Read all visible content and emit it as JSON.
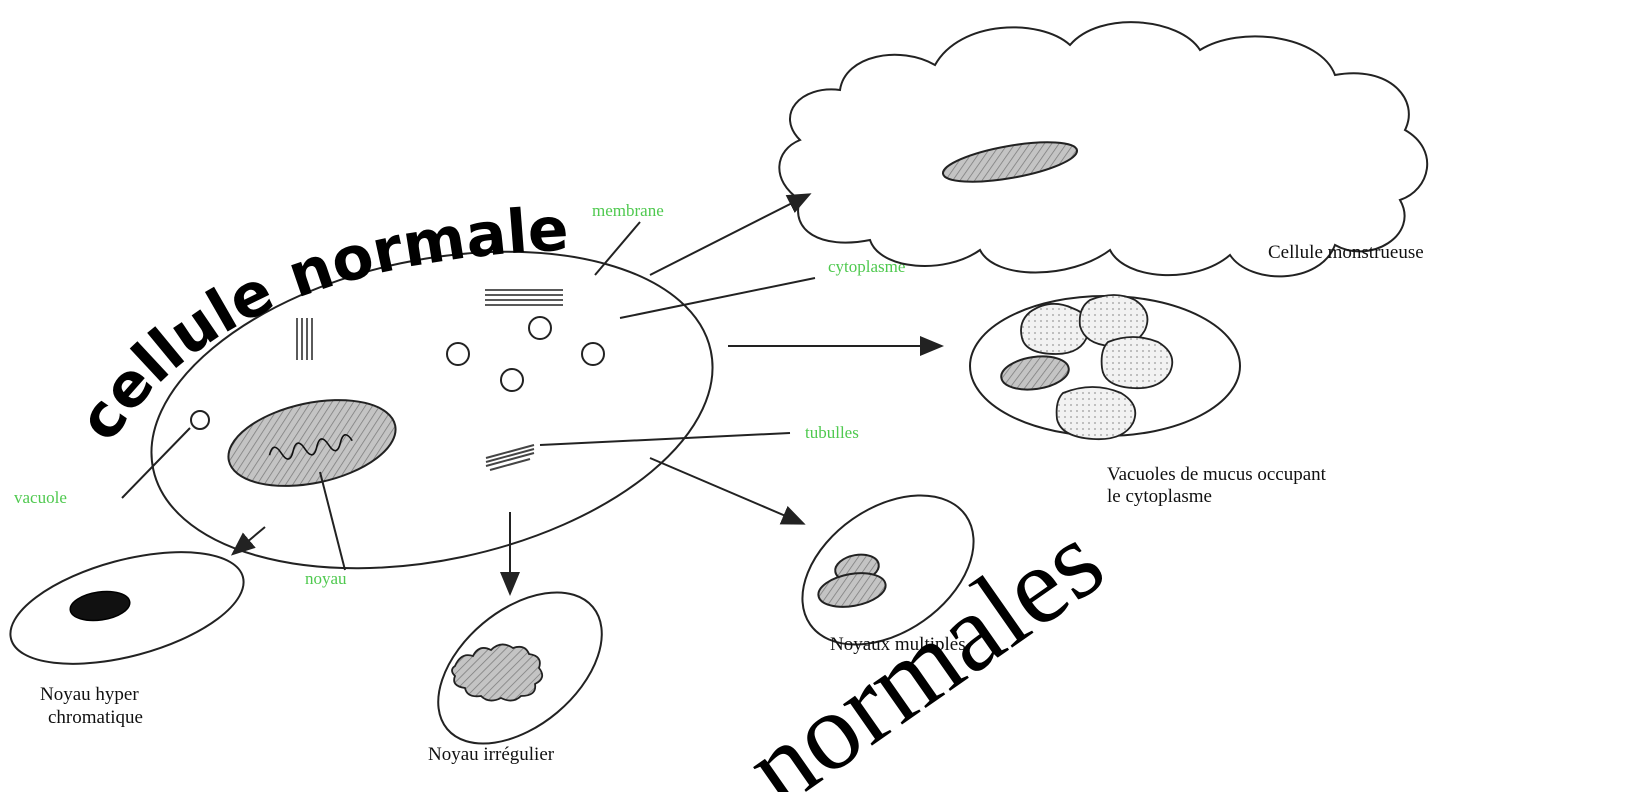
{
  "title_normal": "cellule normale",
  "title_abnormal": "normales",
  "labels": {
    "membrane": "membrane",
    "cytoplasme": "cytoplasme",
    "tubules": "tubulles",
    "vacuole": "vacuole",
    "noyau": "noyau"
  },
  "captions": {
    "monstrueuse": "Cellule monstrueuse",
    "vacuoles_line1": "Vacuoles de mucus occupant",
    "vacuoles_line2": "le cytoplasme",
    "multiples": "Noyaux multiples",
    "hyper_line1": "Noyau hyper",
    "hyper_line2": "chromatique",
    "irregulier": "Noyau irrégulier"
  },
  "colors": {
    "label_green": "#4fc94f",
    "nucleus_gray": "#bdbdbd",
    "vacuole_dots": "#dcdcdc"
  }
}
